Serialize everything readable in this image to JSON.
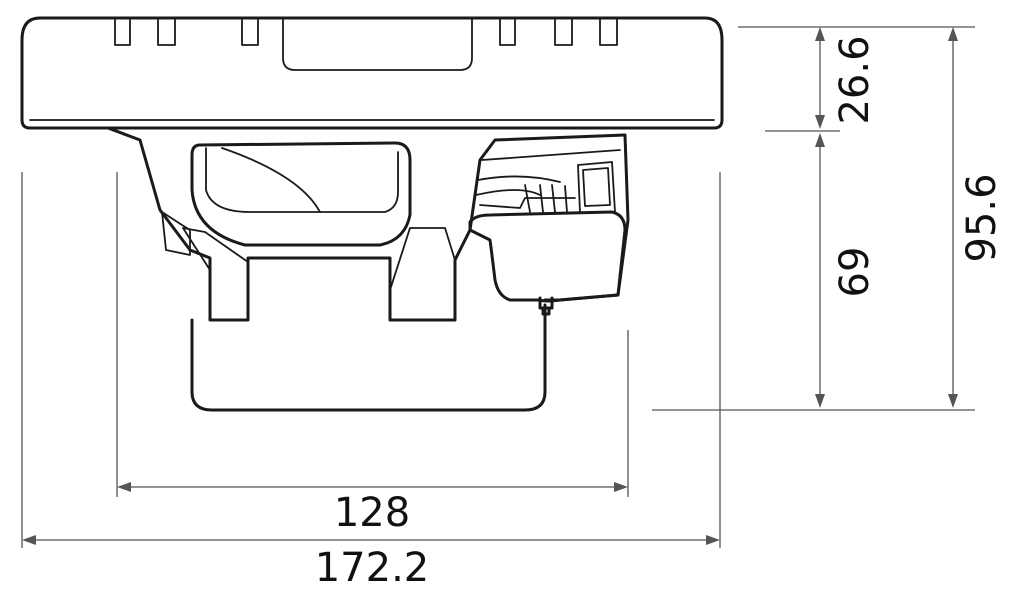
{
  "dimensions": {
    "mounting_depth": "26.6",
    "body_depth": "69",
    "total_depth": "95.6",
    "cutout_diameter": "128",
    "outer_diameter": "172.2"
  },
  "colors": {
    "outline": "#1a1a1a",
    "dimension_line": "#555555",
    "background": "#ffffff"
  }
}
